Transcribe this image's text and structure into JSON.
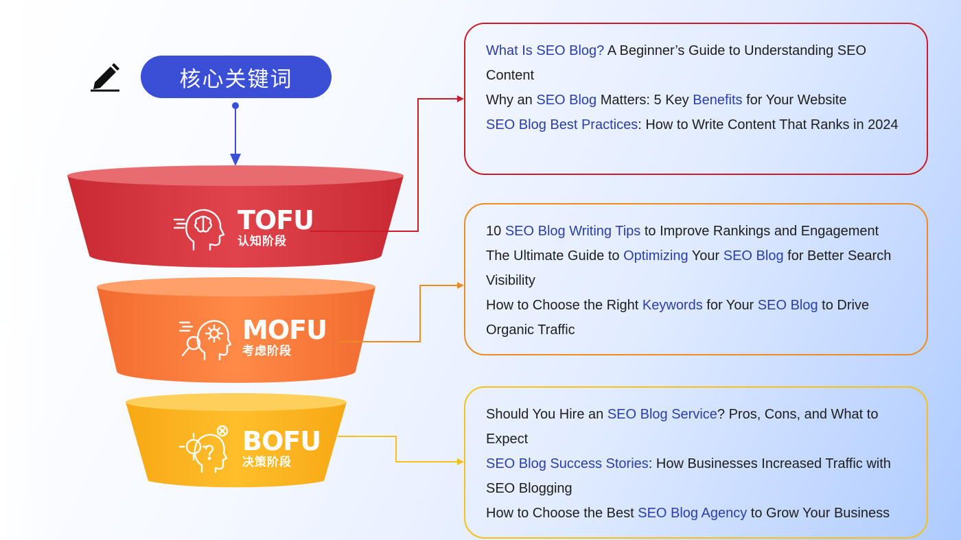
{
  "core_keyword": "核心关键词",
  "colors": {
    "core_pill": "#3a4fd6",
    "tofu": "#d9383f",
    "mofu": "#f7793a",
    "bofu": "#fbb21b",
    "highlight_text": "#2b3da6"
  },
  "stages": [
    {
      "id": "tofu",
      "code": "TOFU",
      "name_cn": "认知阶段",
      "icon": "brain-head-icon",
      "titles": [
        [
          {
            "t": "What Is SEO Blog?",
            "hl": true
          },
          {
            "t": " A Beginner’s Guide to Understanding SEO Content"
          }
        ],
        [
          {
            "t": "Why an "
          },
          {
            "t": "SEO Blog",
            "hl": true
          },
          {
            "t": " Matters: 5 Key "
          },
          {
            "t": "Benefits",
            "hl": true
          },
          {
            "t": " for Your Website"
          }
        ],
        [
          {
            "t": "SEO Blog Best Practices",
            "hl": true
          },
          {
            "t": ": How to Write Content That Ranks in 2024"
          }
        ]
      ]
    },
    {
      "id": "mofu",
      "code": "MOFU",
      "name_cn": "考虑阶段",
      "icon": "gear-magnifier-head-icon",
      "titles": [
        [
          {
            "t": "10 "
          },
          {
            "t": "SEO Blog Writing Tips",
            "hl": true
          },
          {
            "t": " to Improve Rankings and Engagement"
          }
        ],
        [
          {
            "t": "The Ultimate Guide to "
          },
          {
            "t": "Optimizing",
            "hl": true
          },
          {
            "t": " Your "
          },
          {
            "t": "SEO Blog",
            "hl": true
          },
          {
            "t": " for Better Search Visibility"
          }
        ],
        [
          {
            "t": "How to Choose the Right "
          },
          {
            "t": "Keywords",
            "hl": true
          },
          {
            "t": " for Your "
          },
          {
            "t": "SEO Blog",
            "hl": true
          },
          {
            "t": " to Drive Organic Traffic"
          }
        ]
      ]
    },
    {
      "id": "bofu",
      "code": "BOFU",
      "name_cn": "决策阶段",
      "icon": "decision-head-icon",
      "titles": [
        [
          {
            "t": "Should You Hire an "
          },
          {
            "t": "SEO Blog Service",
            "hl": true
          },
          {
            "t": "? Pros, Cons, and What to Expect"
          }
        ],
        [
          {
            "t": "SEO Blog Success Stories",
            "hl": true
          },
          {
            "t": ": How Businesses Increased Traffic with SEO Blogging"
          }
        ],
        [
          {
            "t": "How to Choose the Best "
          },
          {
            "t": "SEO Blog Agency",
            "hl": true
          },
          {
            "t": " to Grow Your Business"
          }
        ]
      ]
    }
  ]
}
